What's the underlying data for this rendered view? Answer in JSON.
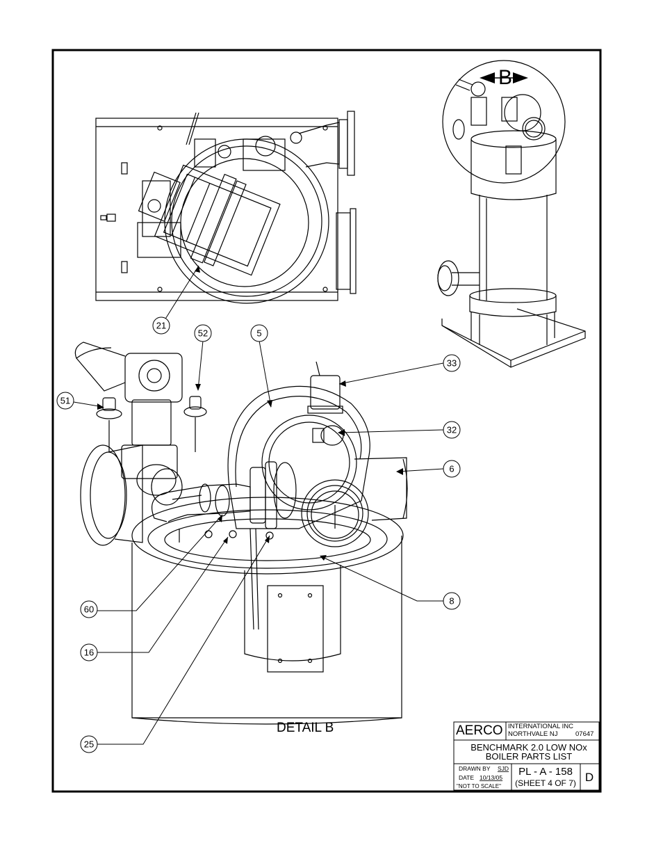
{
  "view_marker": {
    "letter": "B"
  },
  "detail_label": "DETAIL B",
  "callouts": [
    {
      "id": "21"
    },
    {
      "id": "52"
    },
    {
      "id": "5"
    },
    {
      "id": "33"
    },
    {
      "id": "51"
    },
    {
      "id": "32"
    },
    {
      "id": "6"
    },
    {
      "id": "8"
    },
    {
      "id": "60"
    },
    {
      "id": "16"
    },
    {
      "id": "25"
    }
  ],
  "title_block": {
    "company": "AERCO",
    "company_line1": "INTERNATIONAL  INC",
    "company_line2": "NORTHVALE  NJ",
    "zip": "07647",
    "title_line1": "BENCHMARK 2.0 LOW NOx",
    "title_line2": "BOILER PARTS LIST",
    "drawn_by_label": "DRAWN BY",
    "drawn_by_value": "SJD",
    "date_label": "DATE",
    "date_value": "10/13/05",
    "scale_note": "\"NOT TO SCALE\"",
    "drawing_number": "PL - A - 158",
    "sheet": "(SHEET 4 OF 7)",
    "revision": "D"
  }
}
